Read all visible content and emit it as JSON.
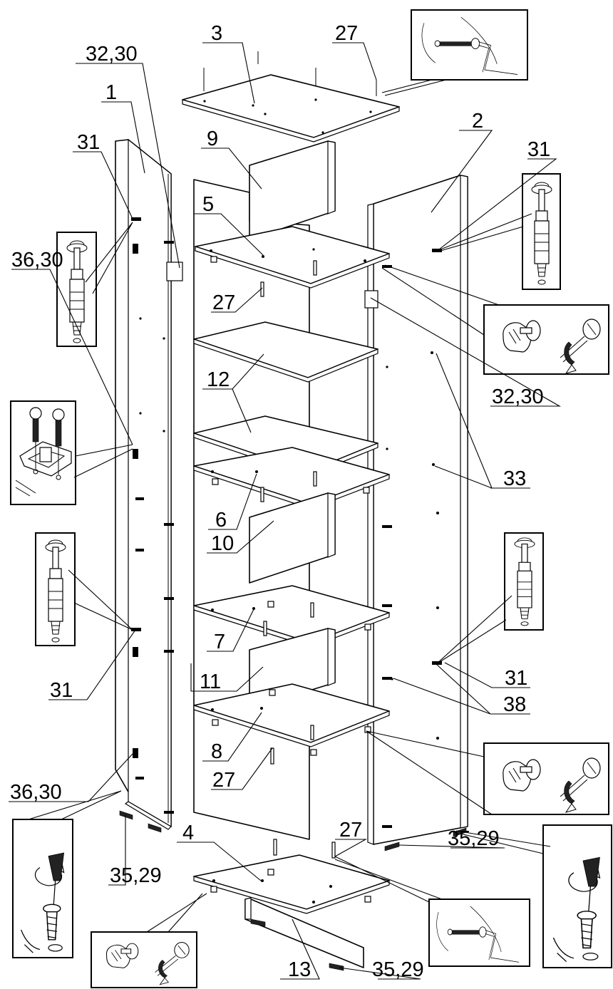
{
  "labels": {
    "part_1": "1",
    "part_2": "2",
    "part_3": "3",
    "part_4": "4",
    "part_5": "5",
    "part_6": "6",
    "part_7": "7",
    "part_8": "8",
    "part_9": "9",
    "part_10": "10",
    "part_11": "11",
    "part_12": "12",
    "part_13": "13",
    "fitting_27_top": "27",
    "fitting_27_mid": "27",
    "fitting_27_lower": "27",
    "fitting_27_bottom": "27",
    "fitting_31_left_top": "31",
    "fitting_31_left_bottom": "31",
    "fitting_31_right_top": "31",
    "fitting_31_right_bottom": "31",
    "fitting_32_30_left": "32,30",
    "fitting_32_30_right": "32,30",
    "fitting_33": "33",
    "fitting_36_30_top": "36,30",
    "fitting_36_30_bottom": "36,30",
    "fitting_38": "38",
    "fitting_35_29_left": "35,29",
    "fitting_35_29_right": "35,29",
    "fitting_35_29_bottom": "35,29"
  },
  "insets": [
    {
      "id": "dowel-screw-top-right",
      "icon": "dowel-hammer-icon"
    },
    {
      "id": "cam-bolt-left-top",
      "icon": "cam-bolt-screwdriver-icon"
    },
    {
      "id": "cam-bolt-right-top",
      "icon": "cam-bolt-screwdriver-icon"
    },
    {
      "id": "cam-lock-right-upper",
      "icon": "cam-lock-screwdriver-icon"
    },
    {
      "id": "hinge-plate-left",
      "icon": "hinge-plate-screws-icon"
    },
    {
      "id": "cam-bolt-left-lower",
      "icon": "cam-bolt-screwdriver-icon"
    },
    {
      "id": "cam-bolt-right-lower",
      "icon": "cam-bolt-screwdriver-icon"
    },
    {
      "id": "cam-lock-right-lower",
      "icon": "cam-lock-screwdriver-icon"
    },
    {
      "id": "foot-screw-left",
      "icon": "screw-screwdriver-icon"
    },
    {
      "id": "foot-screw-right",
      "icon": "screw-screwdriver-icon"
    },
    {
      "id": "dowel-screw-bottom",
      "icon": "dowel-hammer-icon"
    },
    {
      "id": "cam-lock-bottom-left",
      "icon": "cam-lock-screwdriver-icon"
    }
  ]
}
